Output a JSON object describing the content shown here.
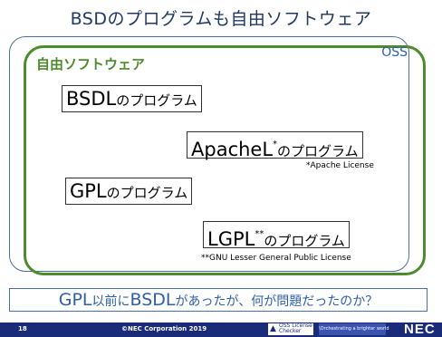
{
  "title": "BSDのプログラムも自由ソフトウェア",
  "oss_label": "OSS",
  "free_software_label": "自由ソフトウェア",
  "licenses": {
    "bsdl": {
      "name": "BSDL",
      "suffix": "のプログラム"
    },
    "apache": {
      "name": "ApacheL",
      "mark": "*",
      "suffix": "のプログラム",
      "note": "*Apache License"
    },
    "gpl": {
      "name": "GPL",
      "suffix": "のプログラム"
    },
    "lgpl": {
      "name": "LGPL",
      "mark": "**",
      "suffix": "のプログラム",
      "note": "**GNU Lesser General Public License"
    }
  },
  "question": {
    "part1": "GPL",
    "part2": "以前に",
    "part3": "BSDL",
    "part4": "があったが、何が問題だったのか？"
  },
  "footer": {
    "page_number": "18",
    "copyright": "©NEC Corporation 2019",
    "oss_logo_text": "OSS License Checker",
    "tagline": "\\Orchestrating a brighter world",
    "brand": "NEC"
  },
  "colors": {
    "oss_border": "#4a6fa5",
    "free_border": "#4e8a2e",
    "footer_bg": "#1a2b7a"
  }
}
